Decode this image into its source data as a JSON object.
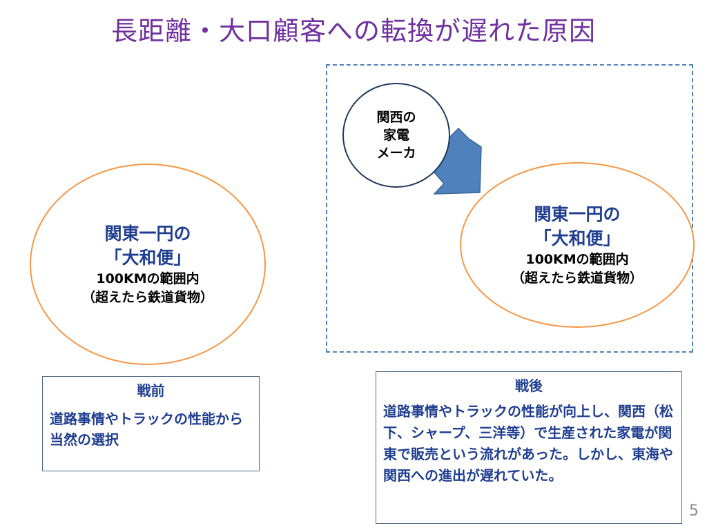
{
  "slide": {
    "title": "長距離・大口顧客への転換が遅れた原因",
    "page_number": "5"
  },
  "left_ellipse": {
    "line1": "関東一円の",
    "line2": "「大和便」",
    "line3": "100KMの範囲内",
    "line4": "（超えたら鉄道貨物）"
  },
  "small_circle": {
    "line1": "関西の",
    "line2": "家電",
    "line3": "メーカ"
  },
  "right_ellipse": {
    "line1": "関東一円の",
    "line2": "「大和便」",
    "line3": "100KMの範囲内",
    "line4": "（超えたら鉄道貨物）"
  },
  "prewar_box": {
    "title": "戦前",
    "body": "道路事情やトラックの性能から当然の選択"
  },
  "postwar_box": {
    "title": "戦後",
    "body": "道路事情やトラックの性能が向上し、関西（松下、シャープ、三洋等）で生産された家電が関東で販売という流れがあった。しかし、東海や関西への進出が遅れていた。"
  },
  "colors": {
    "title": "#7030a0",
    "ellipse_border": "#f79646",
    "dashed_border": "#4f81bd",
    "arrow_fill": "#4f81bd",
    "text_blue": "#1f3e90"
  },
  "icons": {
    "arrow": "down-right-block-arrow"
  }
}
